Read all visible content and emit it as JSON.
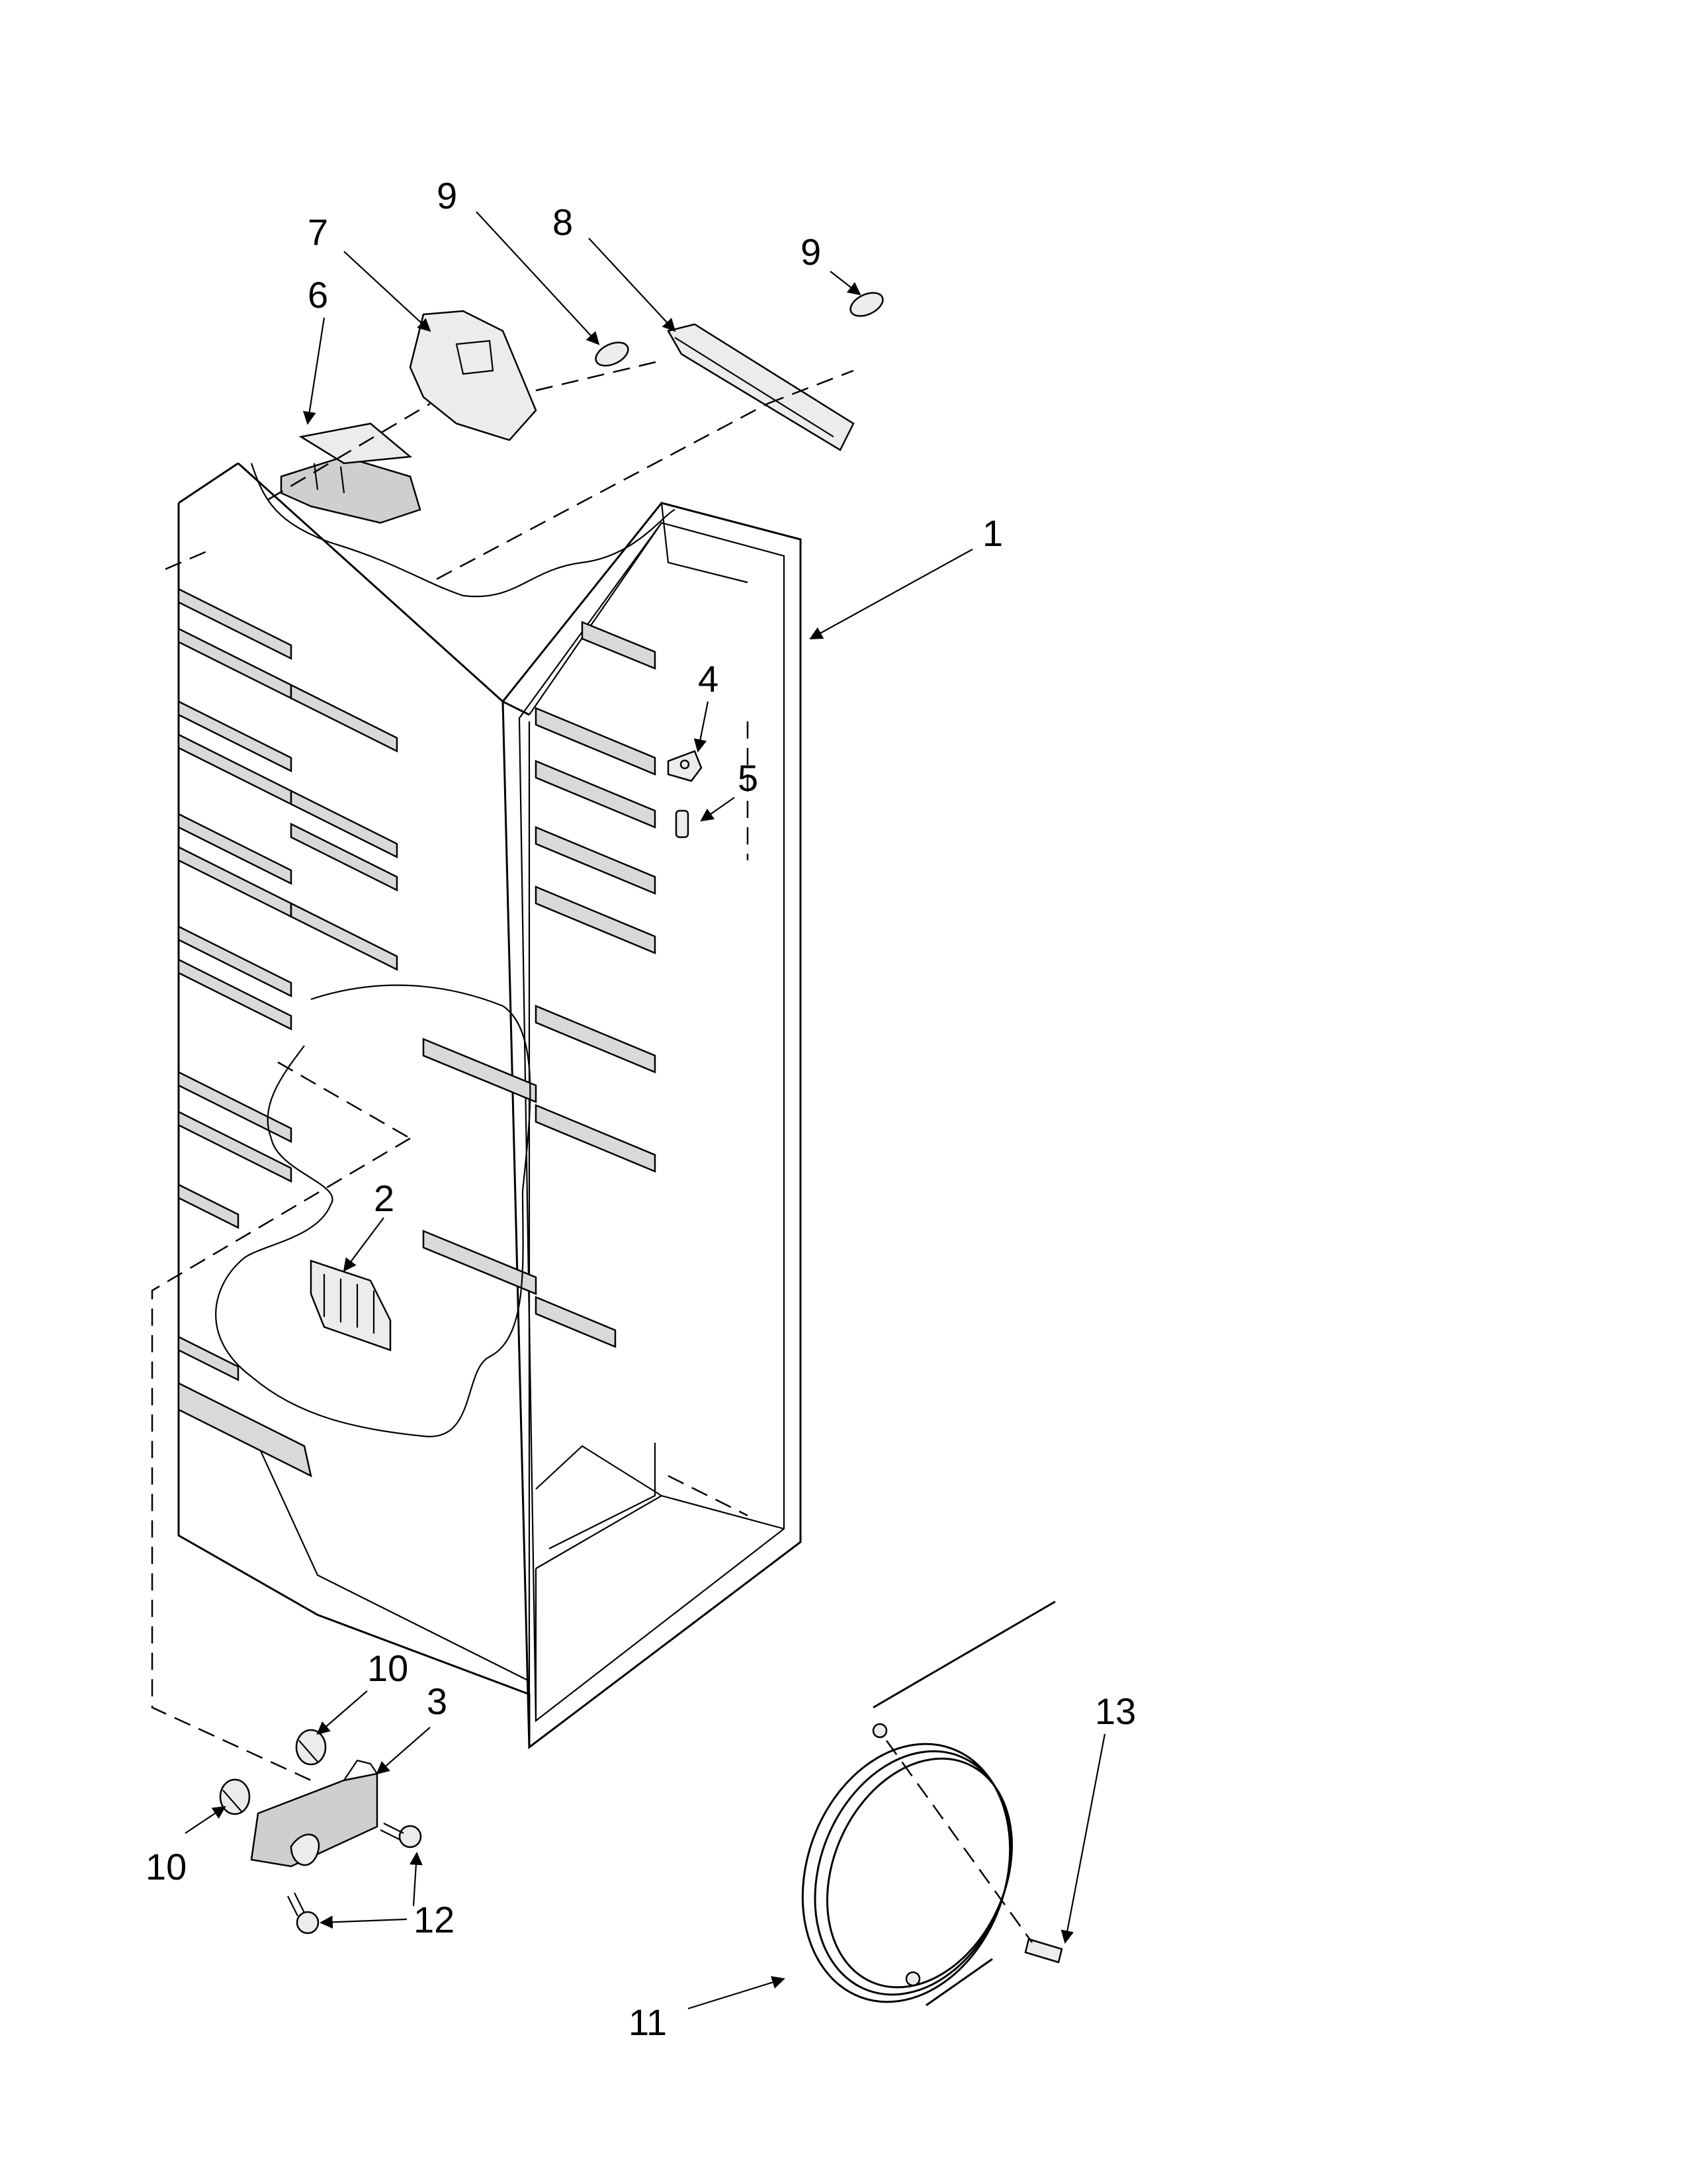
{
  "diagram": {
    "callouts": [
      {
        "id": "c1",
        "label": "1"
      },
      {
        "id": "c2",
        "label": "2"
      },
      {
        "id": "c3",
        "label": "3"
      },
      {
        "id": "c4",
        "label": "4"
      },
      {
        "id": "c5",
        "label": "5"
      },
      {
        "id": "c6",
        "label": "6"
      },
      {
        "id": "c7",
        "label": "7"
      },
      {
        "id": "c8",
        "label": "8"
      },
      {
        "id": "c9a",
        "label": "9"
      },
      {
        "id": "c9b",
        "label": "9"
      },
      {
        "id": "c10a",
        "label": "10"
      },
      {
        "id": "c10b",
        "label": "10"
      },
      {
        "id": "c11",
        "label": "11"
      },
      {
        "id": "c12",
        "label": "12"
      },
      {
        "id": "c13",
        "label": "13"
      }
    ]
  }
}
